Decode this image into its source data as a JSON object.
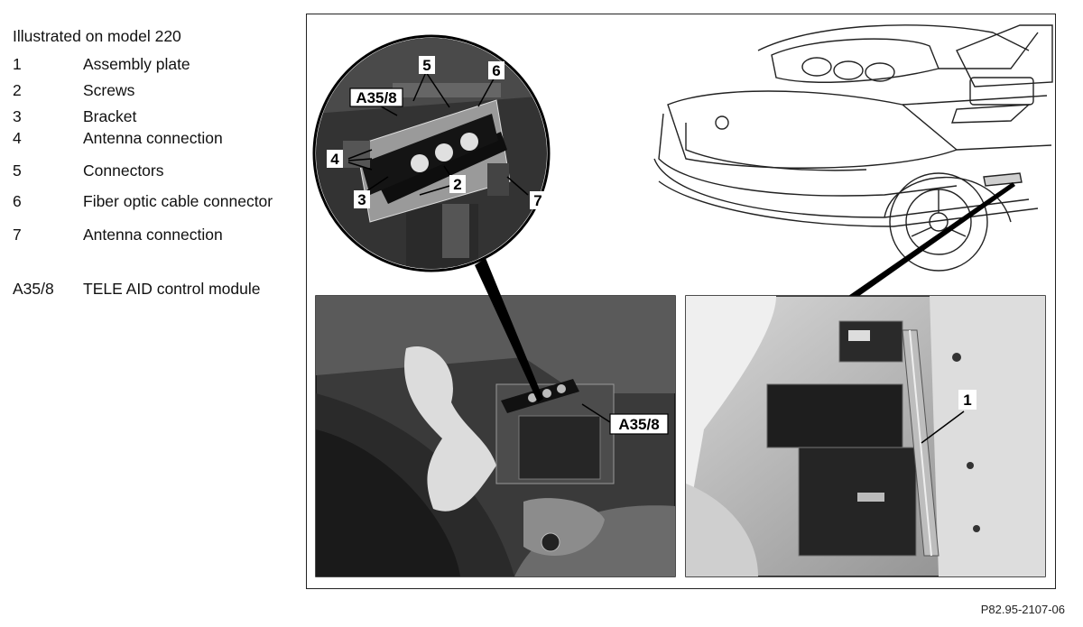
{
  "legend": {
    "caption": "Illustrated on model 220",
    "items": [
      {
        "key": "1",
        "text": "Assembly plate"
      },
      {
        "key": "2",
        "text": "Screws"
      },
      {
        "key": "3",
        "text": "Bracket"
      },
      {
        "key": "4",
        "text": "Antenna connection"
      },
      {
        "key": "5",
        "text": "Connectors"
      },
      {
        "key": "6",
        "text": "Fiber optic cable connector"
      },
      {
        "key": "7",
        "text": "Antenna connection"
      },
      {
        "key": "A35/8",
        "text": "TELE AID control module"
      }
    ]
  },
  "callouts": {
    "c1": "1",
    "c2": "2",
    "c3": "3",
    "c4": "4",
    "c5": "5",
    "c6": "6",
    "c7": "7",
    "a35_zoom": "A35/8",
    "a35_photo": "A35/8"
  },
  "reference_code": "P82.95-2107-06"
}
